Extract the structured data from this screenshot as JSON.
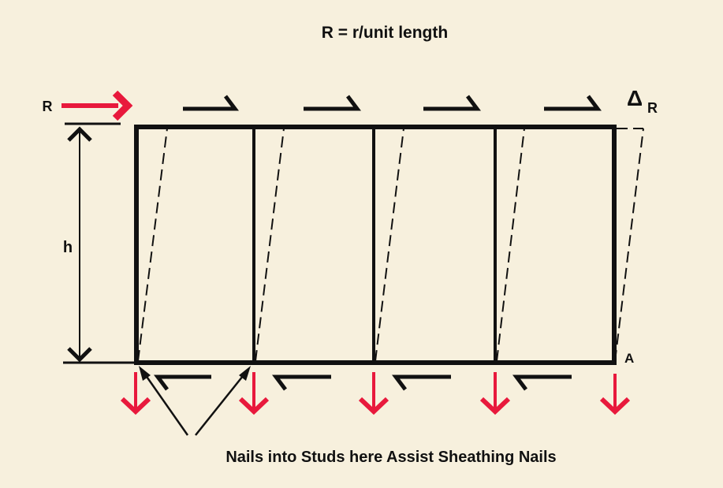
{
  "title": "R = r/unit length",
  "labels": {
    "load": "R",
    "height": "h",
    "deflection": "Δ",
    "deflection_sub": "R",
    "corner": "A",
    "caption": "Nails into Studs here Assist Sheathing Nails"
  },
  "colors": {
    "background": "#f7f0dd",
    "line": "#111111",
    "force": "#e8193c"
  },
  "panels": 4
}
